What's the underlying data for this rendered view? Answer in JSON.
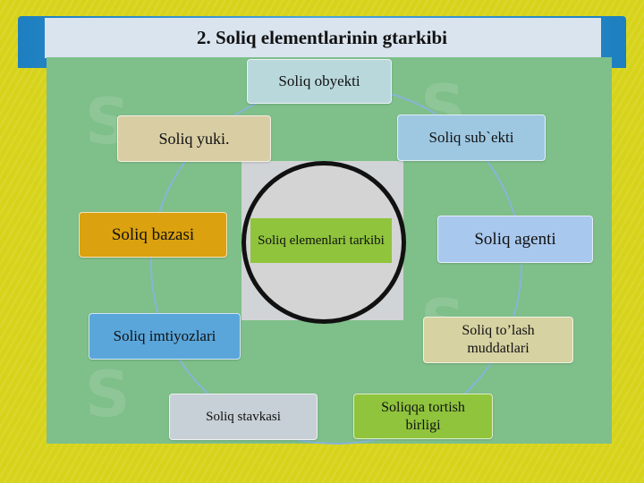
{
  "slide": {
    "title": "2. Soliq elementlarinin gtarkibi",
    "center_label": "Soliq elemenlari tarkibi"
  },
  "nodes": {
    "obyekti": "Soliq obyekti",
    "subekti": "Soliq sub`ekti",
    "agenti": "Soliq agenti",
    "tolash": "Soliq to’lash muddatlari",
    "tortish": "Soliqqa tortish birligi",
    "stavkasi": "Soliq stavkasi",
    "imtiyozlari": "Soliq imtiyozlari",
    "bazasi": "Soliq bazasi",
    "yuki": "Soliq yuki."
  },
  "colors": {
    "background": "#d7d31a",
    "panel": "#7fbf8a",
    "title_bar": "#1d7fc0",
    "obyekti": "#b9d8dc",
    "subekti": "#9ec8e2",
    "agenti": "#a9c8ee",
    "tolash": "#d6d2a2",
    "tortish": "#8fc43c",
    "stavkasi": "#c7d0d6",
    "imtiyozlari": "#5aa6db",
    "bazasi": "#dba10e",
    "yuki": "#d9cda4",
    "center": "#8fc43c"
  }
}
